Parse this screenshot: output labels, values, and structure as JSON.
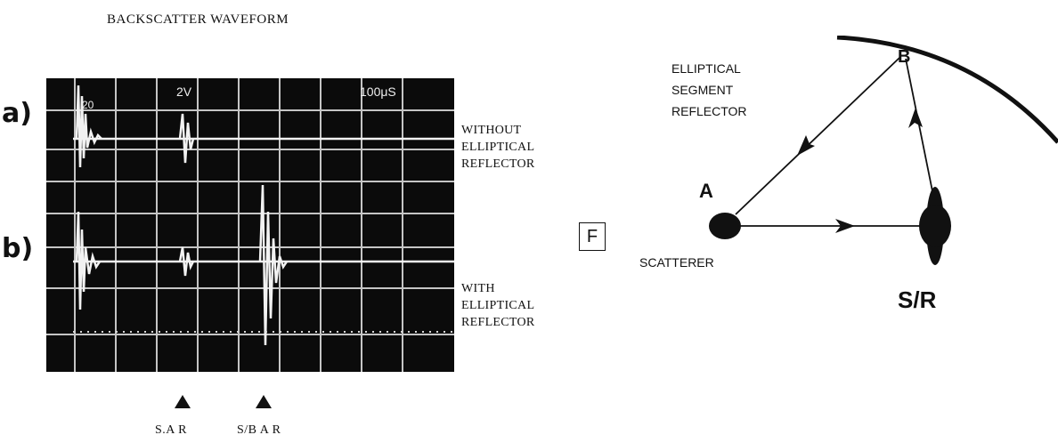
{
  "title": "BACKSCATTER WAVEFORM",
  "oscilloscope": {
    "traces": [
      {
        "label": "a)",
        "annotation": [
          "WITHOUT",
          "ELLIPTICAL",
          "REFLECTOR"
        ]
      },
      {
        "label": "b)",
        "annotation": [
          "WITH",
          "ELLIPTICAL",
          "REFLECTOR"
        ]
      }
    ],
    "screen_readouts": [
      "2V",
      "100μS",
      "20"
    ],
    "markers": [
      {
        "label": "S.A R"
      },
      {
        "label": "S/B A R"
      }
    ]
  },
  "figure_label": "F",
  "diagram": {
    "point_a": "A",
    "point_b": "B",
    "scatterer_label": "SCATTERER",
    "reflector_label": [
      "ELLIPTICAL",
      "SEGMENT",
      "REFLECTOR"
    ],
    "sr_label": "S/R"
  },
  "colors": {
    "ink": "#111111",
    "screen": "#0b0b0b",
    "trace": "#f2f2f2",
    "grid": "#e6e6e6"
  }
}
